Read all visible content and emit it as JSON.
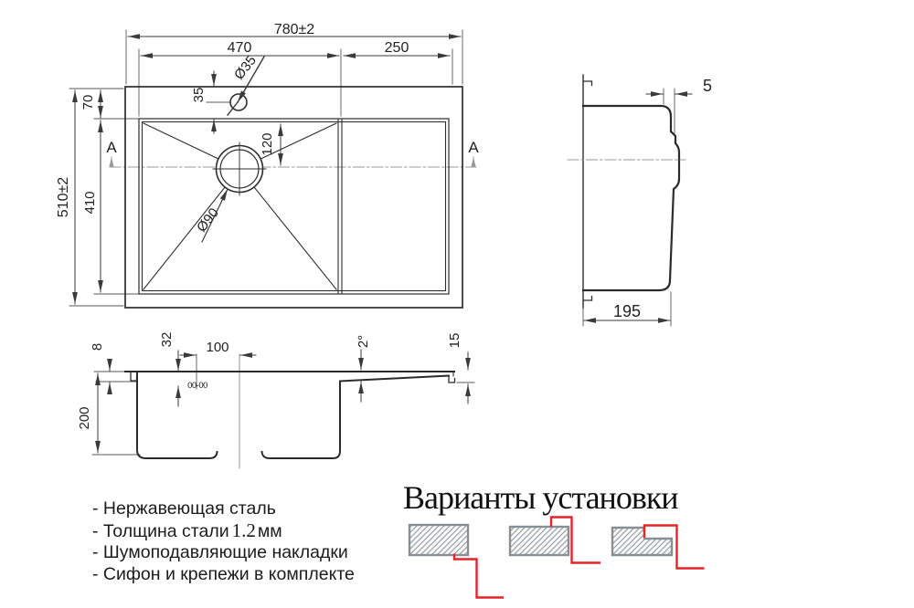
{
  "colors": {
    "line": "#2d2d2d",
    "dim": "#3a3a3a",
    "centerline_gray": "#999999",
    "accent_red": "#e6222a",
    "hatch_border": "#868f94"
  },
  "plan": {
    "width": "780±2",
    "bowl_width": "470",
    "drainboard_width": "250",
    "height": "510±2",
    "bowl_height": "410",
    "offset_top": "70",
    "faucet_offset": "35",
    "faucet_dia": "Ø35",
    "drain_offset": "120",
    "drain_dia": "Ø90",
    "section_marker_left": "A",
    "section_marker_right": "A"
  },
  "side": {
    "lip": "5",
    "depth": "195"
  },
  "section": {
    "rim": "8",
    "bowl_depth": "200",
    "clip_offset": "32",
    "drain_from_wall": "100",
    "board_slope": "2°",
    "edge": "15",
    "clip_marks": "00-00"
  },
  "features": [
    {
      "text": "- Нержавеющая сталь"
    },
    {
      "prefix": "- Толщина стали",
      "value": "1.2",
      "suffix": "мм"
    },
    {
      "text": "- Шумоподавляющие накладки"
    },
    {
      "text": "- Сифон и крепежи в комплекте"
    }
  ],
  "install": {
    "title": "Варианты установки"
  }
}
